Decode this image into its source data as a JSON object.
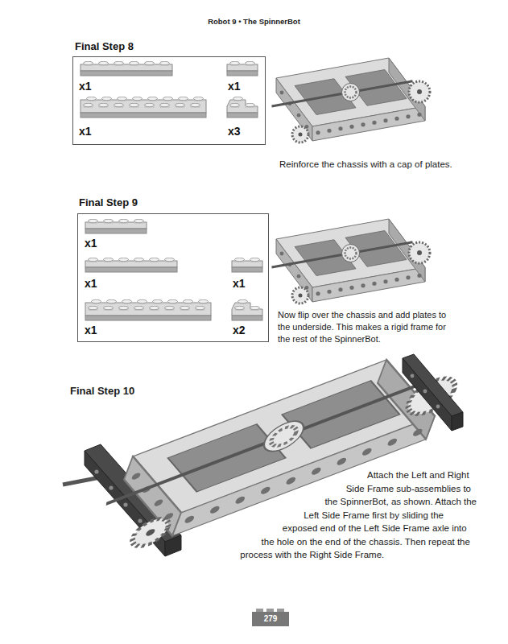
{
  "diagram": {
    "title": "Robot 9 • The SpinnerBot",
    "nodes": [
      {
        "text": [
          "Final Step 8",
          "x1",
          "x1",
          "x1",
          "x3"
        ]
      },
      {
        "text": [
          "Final Step 9",
          "x1",
          "x1",
          "x1",
          "x1",
          "x2"
        ]
      }
    ],
    "labels": [
      "Reinforce the chassis with a cap of plates.",
      "Now flip over the chassis and add plates to the underside. This makes a rigid frame for the rest of the SpinnerBot.",
      "Final Step 10",
      "Attach the Left and Right Side Frame sub-assemblies to the SpinnerBot, as shown. Attach the Left Side Frame first by sliding the exposed end of the Left Side Frame axle into the hole on the end of the chassis. Then repeat the process with the Right Side Frame.",
      "279"
    ]
  }
}
